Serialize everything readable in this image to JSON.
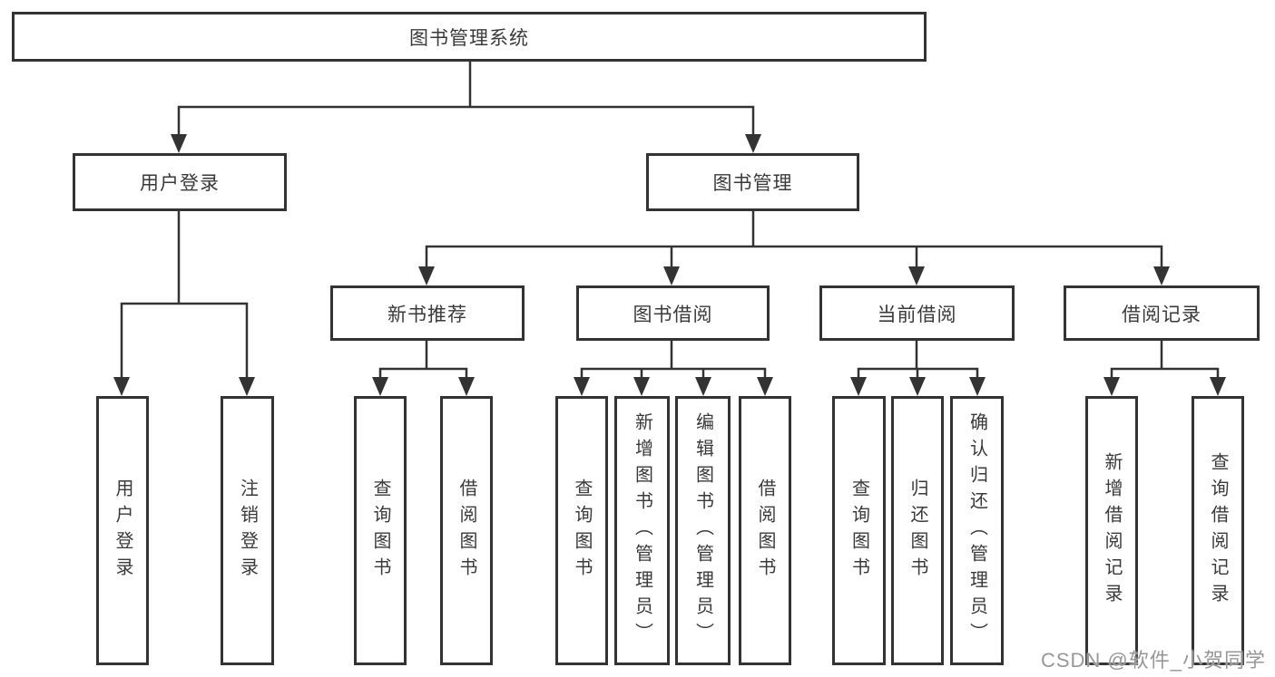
{
  "diagram": {
    "root": {
      "label": "图书管理系统"
    },
    "branches": [
      {
        "label": "用户登录",
        "children": [
          {
            "label": "用户登录"
          },
          {
            "label": "注销登录"
          }
        ]
      },
      {
        "label": "图书管理",
        "groups": [
          {
            "label": "新书推荐",
            "children": [
              {
                "label": "查询图书"
              },
              {
                "label": "借阅图书"
              }
            ]
          },
          {
            "label": "图书借阅",
            "children": [
              {
                "label": "查询图书"
              },
              {
                "label": "新增图书（管理员）"
              },
              {
                "label": "编辑图书（管理员）"
              },
              {
                "label": "借阅图书"
              }
            ]
          },
          {
            "label": "当前借阅",
            "children": [
              {
                "label": "查询图书"
              },
              {
                "label": "归还图书"
              },
              {
                "label": "确认归还（管理员）"
              }
            ]
          },
          {
            "label": "借阅记录",
            "children": [
              {
                "label": "新增借阅记录"
              },
              {
                "label": "查询借阅记录"
              }
            ]
          }
        ]
      }
    ]
  },
  "colors": {
    "line": "#333333",
    "text": "#3a3a3a",
    "watermark": "#979797",
    "background": "#ffffff"
  },
  "watermark": {
    "text": "CSDN @软件_小贺同学"
  }
}
